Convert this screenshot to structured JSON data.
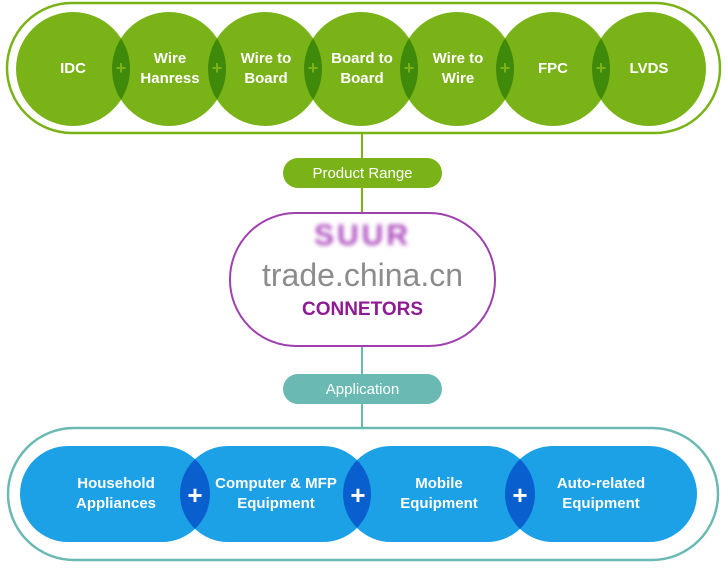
{
  "product_range": {
    "label": "Product Range",
    "items": [
      "IDC",
      "Wire\nHanress",
      "Wire to\nBoard",
      "Board to\nBoard",
      "Wire to\nWire",
      "FPC",
      "LVDS"
    ]
  },
  "center": {
    "logo": "SUUR",
    "title": "CONNETORS",
    "watermark": "trade.china.cn"
  },
  "application": {
    "label": "Application",
    "items": [
      "Household\nAppliances",
      "Computer & MFP\nEquipment",
      "Mobile\nEquipment",
      "Auto-related\nEquipment"
    ]
  },
  "plus": "+",
  "colors": {
    "green": "#7ab317",
    "green_dark": "#3f8a0a",
    "blue": "#1ca0e6",
    "blue_dark": "#0a5fcf",
    "teal": "#6ab9b2",
    "purple": "#8e1b93"
  }
}
